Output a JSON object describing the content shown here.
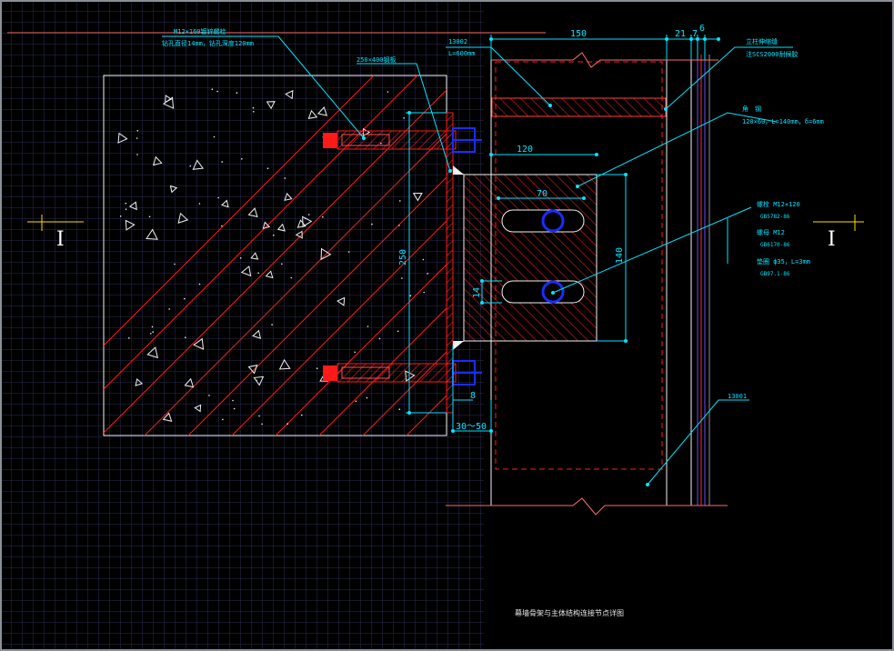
{
  "drawing": {
    "caption": "幕墙骨架与主体结构连接节点详图",
    "section_mark": "I"
  },
  "labels": {
    "anchor_bolt": "M12×160镀锌螺栓",
    "anchor_hole": "钻孔直径14mm，钻孔深度120mm",
    "embed_plate": "250×400钢板",
    "part_top_code": "13002",
    "part_top_len": "L=600mm",
    "sealant": "立柱伸缩缝",
    "sealant_note": "注SCS2000耐候胶",
    "angle_title": "角　钢",
    "angle_spec": "120×60，L=140mm，δ=6mm",
    "bolt_title": "螺栓 M12×120",
    "bolt_std": "GB5782-86",
    "nut_title": "螺母 M12",
    "nut_std": "GB6170-86",
    "washer_title": "垫圈 ф35，L=3mm",
    "washer_std": "GB97.1-86",
    "part_bottom_code": "13001"
  },
  "dimensions": {
    "d150": "150",
    "d21": "21",
    "d7": "7",
    "d6": "6",
    "d120": "120",
    "d70": "70",
    "d140": "140",
    "d14": "14",
    "d250": "250",
    "d8": "8",
    "d30_50": "30～50"
  },
  "colors": {
    "background": "#000000",
    "grid": "#2a2d55",
    "annotation": "#00e5ff",
    "hatch": "#ff1a1a",
    "bolt": "#1a2cff",
    "outline": "#f2f2f2"
  }
}
